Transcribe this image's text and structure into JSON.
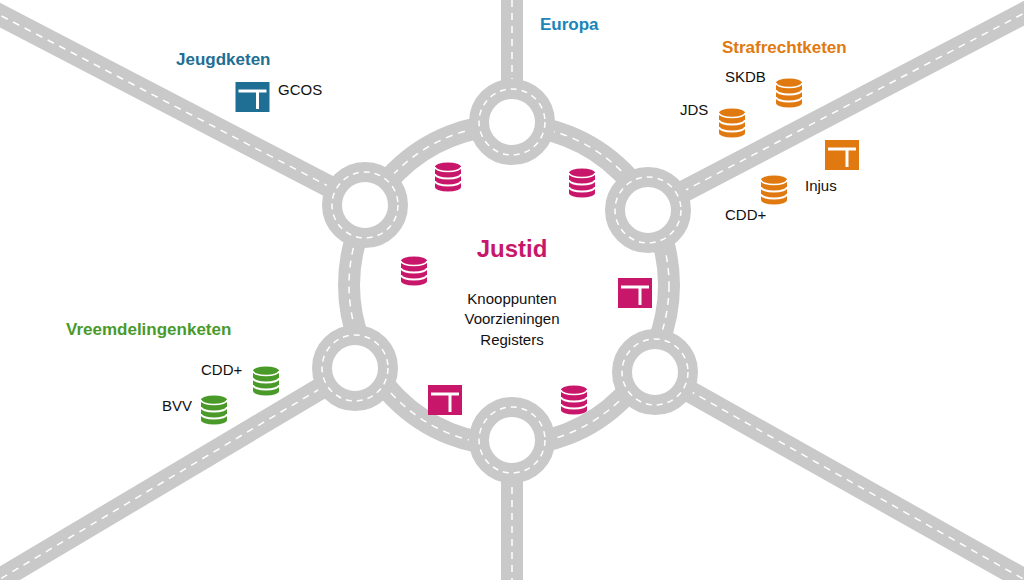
{
  "diagram": {
    "labels": [
      "Europa",
      "Jeugdketen",
      "GCOS",
      "Strafrechtketen",
      "SKDB",
      "JDS",
      "Injus",
      "CDD+",
      "Justid",
      "Knooppunten",
      "Voorzieningen",
      "Registers",
      "Vreemdelingenketen",
      "CDD+",
      "BVV"
    ]
  }
}
